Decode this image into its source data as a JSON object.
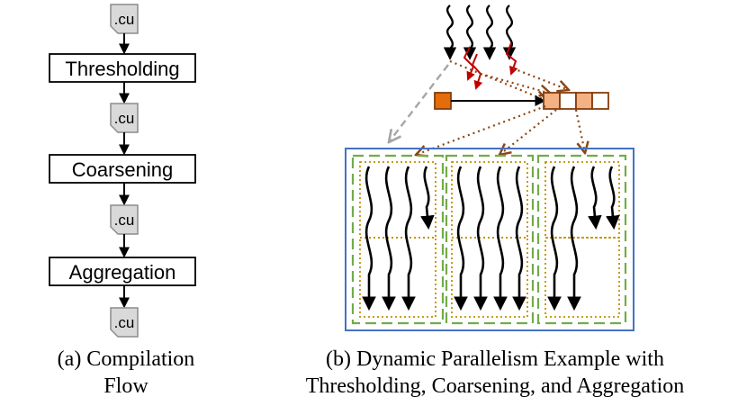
{
  "flow": {
    "file_label": ".cu",
    "steps": [
      "Thresholding",
      "Coarsening",
      "Aggregation"
    ]
  },
  "captions": {
    "a": [
      "(a) Compilation",
      "Flow"
    ],
    "b": [
      "(b) Dynamic Parallelism Example with",
      "Thresholding, Coarsening, and Aggregation"
    ]
  },
  "colors": {
    "file_fill": "#d9d9d9",
    "file_stroke": "#8c8c8c",
    "parent_thread_red": "#c00000",
    "queue_dark": "#e46c0a",
    "queue_light": "#f4b183",
    "queue_stroke": "#843c0c",
    "aggregation_arrow": "#8b4513",
    "gray_arrow": "#a6a6a6",
    "grid_border": "#4472c4",
    "block_border": "#70ad47",
    "coarsen_border": "#bf9000"
  }
}
